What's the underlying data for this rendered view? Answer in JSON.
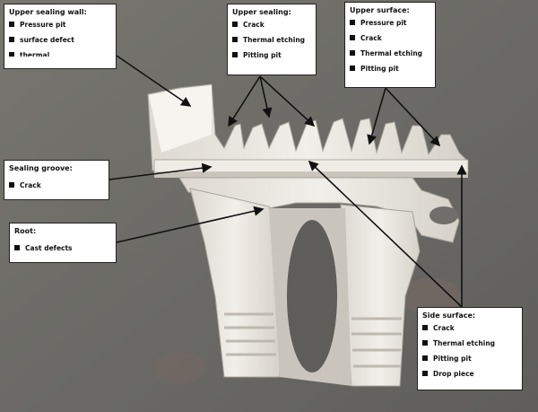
{
  "colors": {
    "background": "#6f6e6a",
    "part": "#e9e7e1",
    "part_shadow": "#b9b6ae",
    "label_box": "#ffffff",
    "leader_line": "#111111"
  },
  "labels": {
    "upper_sealing_wall": {
      "title": "Upper sealing wall:",
      "items": [
        "Pressure pit",
        "surface defect",
        "thermal"
      ]
    },
    "upper_sealing": {
      "title": "Upper sealing:",
      "items": [
        "Crack",
        "Thermal etching",
        "Pitting pit"
      ]
    },
    "upper_surface": {
      "title": "Upper surface:",
      "items": [
        "Pressure pit",
        "Crack",
        "Thermal etching",
        "Pitting pit"
      ]
    },
    "sealing_groove": {
      "title": "Sealing groove:",
      "items": [
        "Crack"
      ]
    },
    "root": {
      "title": "Root:",
      "items": [
        "Cast defects"
      ]
    },
    "side_surface": {
      "title": "Side surface:",
      "items": [
        "Crack",
        "Thermal etching",
        "Pitting pit",
        "Drop piece"
      ]
    }
  }
}
